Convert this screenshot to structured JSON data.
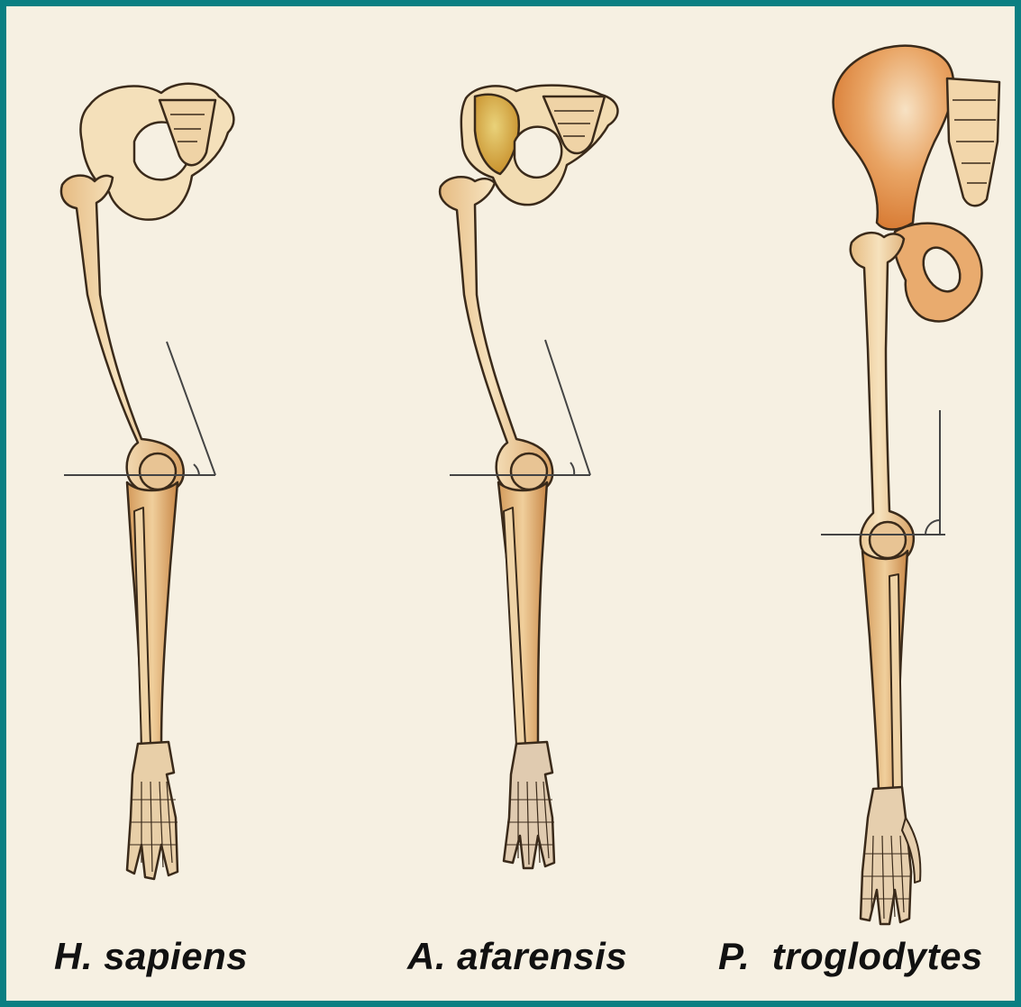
{
  "figure": {
    "colors": {
      "frame": "#0b7f82",
      "background": "#f6f0e2",
      "bone_light": "#f3dcb4",
      "bone_mid": "#e2b67c",
      "bone_dark": "#c8874a",
      "outline": "#3a2a1a",
      "angle_lines": "#444444"
    },
    "specimens": [
      {
        "label": "H. sapiens"
      },
      {
        "label": "A. afarensis"
      },
      {
        "label": "P.  troglodytes"
      }
    ]
  }
}
